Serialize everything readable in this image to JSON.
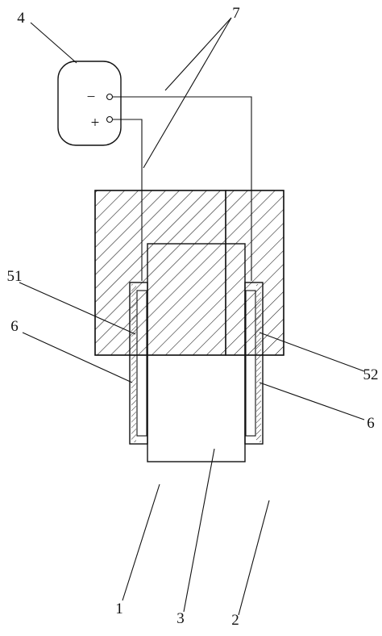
{
  "labels": {
    "power_supply": "4",
    "wires": "7",
    "electrode_left": "51",
    "insulation_left": "6",
    "electrode_right": "52",
    "insulation_right": "6",
    "mold_left": "1",
    "cavity": "3",
    "mold_right": "2"
  },
  "terminals": {
    "negative": "−",
    "positive": "+"
  }
}
